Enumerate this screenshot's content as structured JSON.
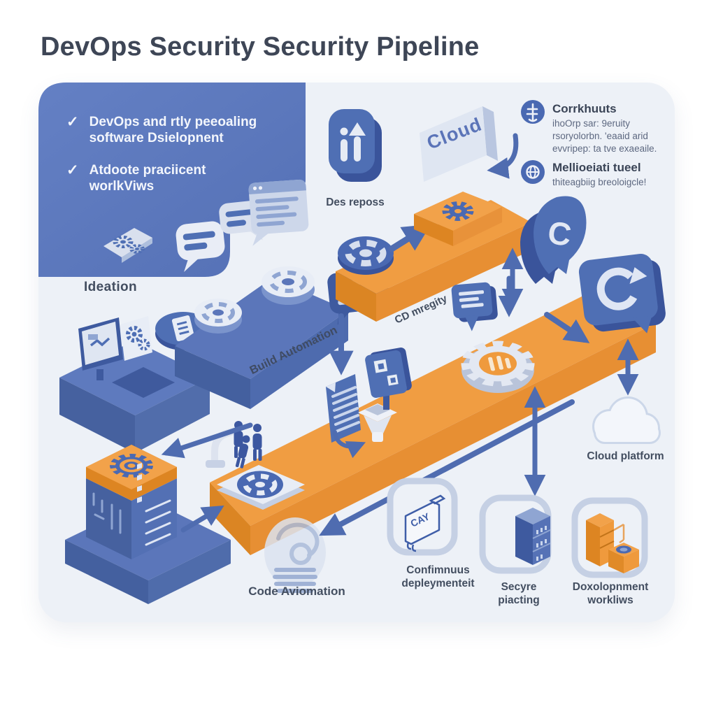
{
  "title": "DevOps Security Security Pipeline",
  "panel": {
    "check_glyph": "✓",
    "items": [
      "DevOps and rtly peeoaling software Dsielopnent",
      "Atdoote praciicent worlkViws"
    ]
  },
  "callouts": [
    {
      "heading": "Corrkhuuts",
      "body": "ihoOrp sar: 9eruity rsoryolorbn. 'eaaid arid evvripep: ta tve exaeaile."
    },
    {
      "heading": "Mellioeiati tueel",
      "body": "thiteagbiig breoloigcle!"
    }
  ],
  "labels": {
    "ideation": "Ideation",
    "dev_repos": "Des reposs",
    "cloud_box": "Cloud",
    "build_automation": "Build Automation",
    "cd_integrity": "CD mregity",
    "cloud_platform": "Cloud platform",
    "code_automation": "Code Aviomation",
    "continuous_deployment": "Confimnuus depleymenteit",
    "secure_packing": "Secyre piacting",
    "development_workflows": "Doxolopnment workliws"
  },
  "glyphs": {
    "shield_letter": "C",
    "chip_label": "CAY"
  },
  "colors": {
    "accent_blue": "#4a69b2",
    "panel_blue": "#5873b9",
    "orange": "#f09d42",
    "orange_dark": "#db8523",
    "card_bg": "#edf1f7",
    "title_text": "#3e4656",
    "label_text": "#434e60",
    "arrow": "#4f6cb0"
  }
}
